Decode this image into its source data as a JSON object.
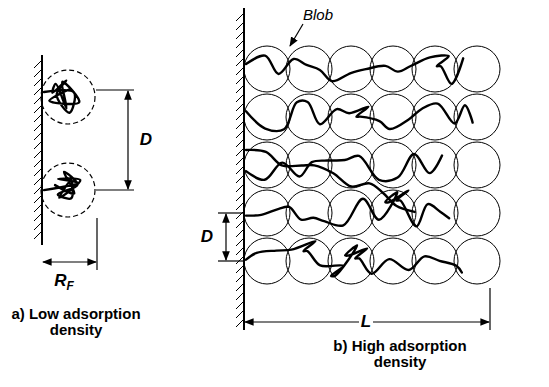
{
  "diagram": {
    "labels": [
      "D",
      "RF",
      "a) Low adsorption density",
      "Blob",
      "D",
      "L",
      "b) High adsorption density"
    ]
  }
}
